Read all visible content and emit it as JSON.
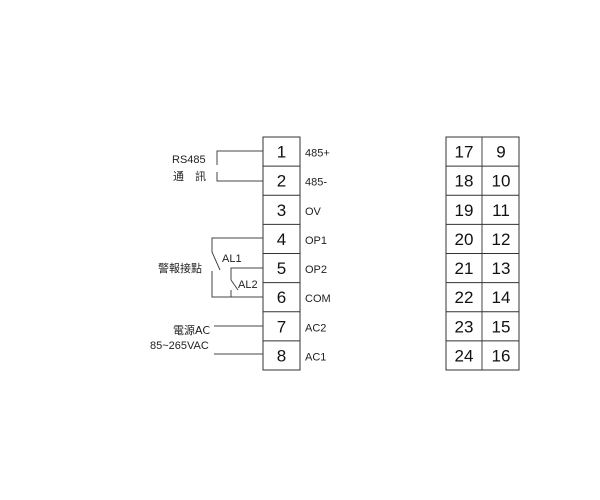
{
  "left_block": {
    "terminals": [
      {
        "number": "1",
        "label": "485+"
      },
      {
        "number": "2",
        "label": "485-"
      },
      {
        "number": "3",
        "label": "OV"
      },
      {
        "number": "4",
        "label": "OP1"
      },
      {
        "number": "5",
        "label": "OP2"
      },
      {
        "number": "6",
        "label": "COM"
      },
      {
        "number": "7",
        "label": "AC2"
      },
      {
        "number": "8",
        "label": "AC1"
      }
    ]
  },
  "right_block": {
    "rows": [
      {
        "left": "17",
        "right": "9"
      },
      {
        "left": "18",
        "right": "10"
      },
      {
        "left": "19",
        "right": "11"
      },
      {
        "left": "20",
        "right": "12"
      },
      {
        "left": "21",
        "right": "13"
      },
      {
        "left": "22",
        "right": "14"
      },
      {
        "left": "23",
        "right": "15"
      },
      {
        "left": "24",
        "right": "16"
      }
    ]
  },
  "annotations": {
    "rs485_title": "RS485",
    "rs485_sub": "通　訊",
    "alarm_label": "警報接點",
    "al1": "AL1",
    "al2": "AL2",
    "power_title": "電源AC",
    "power_range": "85~265VAC"
  },
  "colors": {
    "line": "#333333",
    "text": "#222222"
  }
}
